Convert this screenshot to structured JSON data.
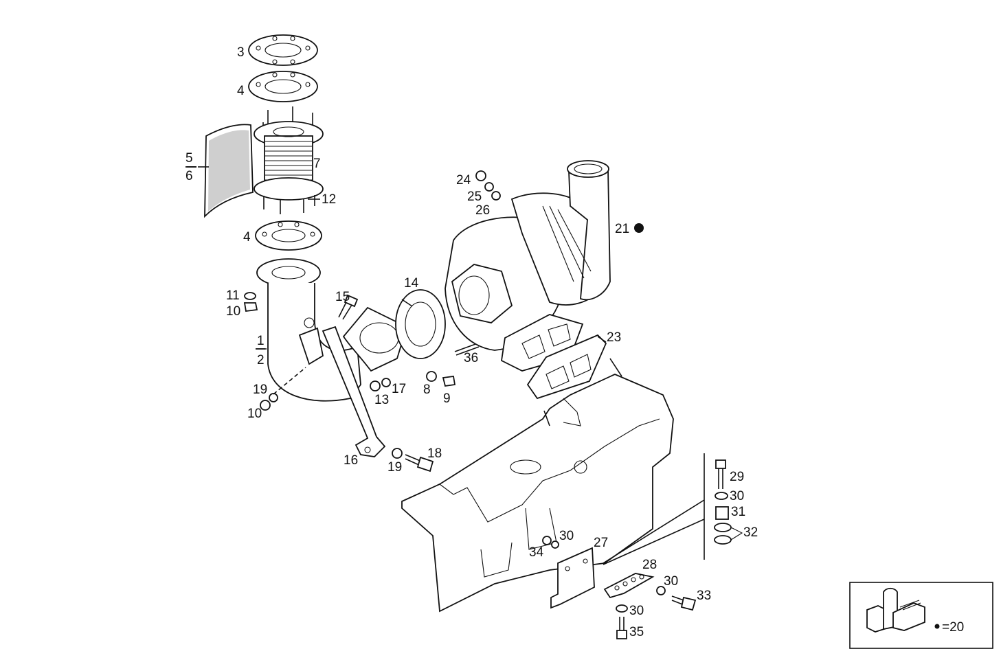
{
  "callouts": [
    {
      "id": "c3",
      "text": "3"
    },
    {
      "id": "c4a",
      "text": "4"
    },
    {
      "id": "c5",
      "text": "5"
    },
    {
      "id": "c6",
      "text": "6"
    },
    {
      "id": "c7",
      "text": "7"
    },
    {
      "id": "c12",
      "text": "12"
    },
    {
      "id": "c4b",
      "text": "4"
    },
    {
      "id": "c11",
      "text": "11"
    },
    {
      "id": "c10a",
      "text": "10"
    },
    {
      "id": "c1",
      "text": "1"
    },
    {
      "id": "c2",
      "text": "2"
    },
    {
      "id": "c19a",
      "text": "19"
    },
    {
      "id": "c10b",
      "text": "10"
    },
    {
      "id": "c15",
      "text": "15"
    },
    {
      "id": "c14",
      "text": "14"
    },
    {
      "id": "c13",
      "text": "13"
    },
    {
      "id": "c17",
      "text": "17"
    },
    {
      "id": "c8",
      "text": "8"
    },
    {
      "id": "c9",
      "text": "9"
    },
    {
      "id": "c36",
      "text": "36"
    },
    {
      "id": "c24",
      "text": "24"
    },
    {
      "id": "c25",
      "text": "25"
    },
    {
      "id": "c26",
      "text": "26"
    },
    {
      "id": "c21",
      "text": "21"
    },
    {
      "id": "c23",
      "text": "23"
    },
    {
      "id": "c16",
      "text": "16"
    },
    {
      "id": "c19b",
      "text": "19"
    },
    {
      "id": "c18",
      "text": "18"
    },
    {
      "id": "c29",
      "text": "29"
    },
    {
      "id": "c30a",
      "text": "30"
    },
    {
      "id": "c31",
      "text": "31"
    },
    {
      "id": "c32",
      "text": "32"
    },
    {
      "id": "c30b",
      "text": "30"
    },
    {
      "id": "c34",
      "text": "34"
    },
    {
      "id": "c27",
      "text": "27"
    },
    {
      "id": "c28",
      "text": "28"
    },
    {
      "id": "c30c",
      "text": "30"
    },
    {
      "id": "c33",
      "text": "33"
    },
    {
      "id": "c30d",
      "text": "30"
    },
    {
      "id": "c35",
      "text": "35"
    }
  ],
  "legend": {
    "marker_text": "=20"
  },
  "colors": {
    "ink": "#111111",
    "background": "#ffffff"
  }
}
